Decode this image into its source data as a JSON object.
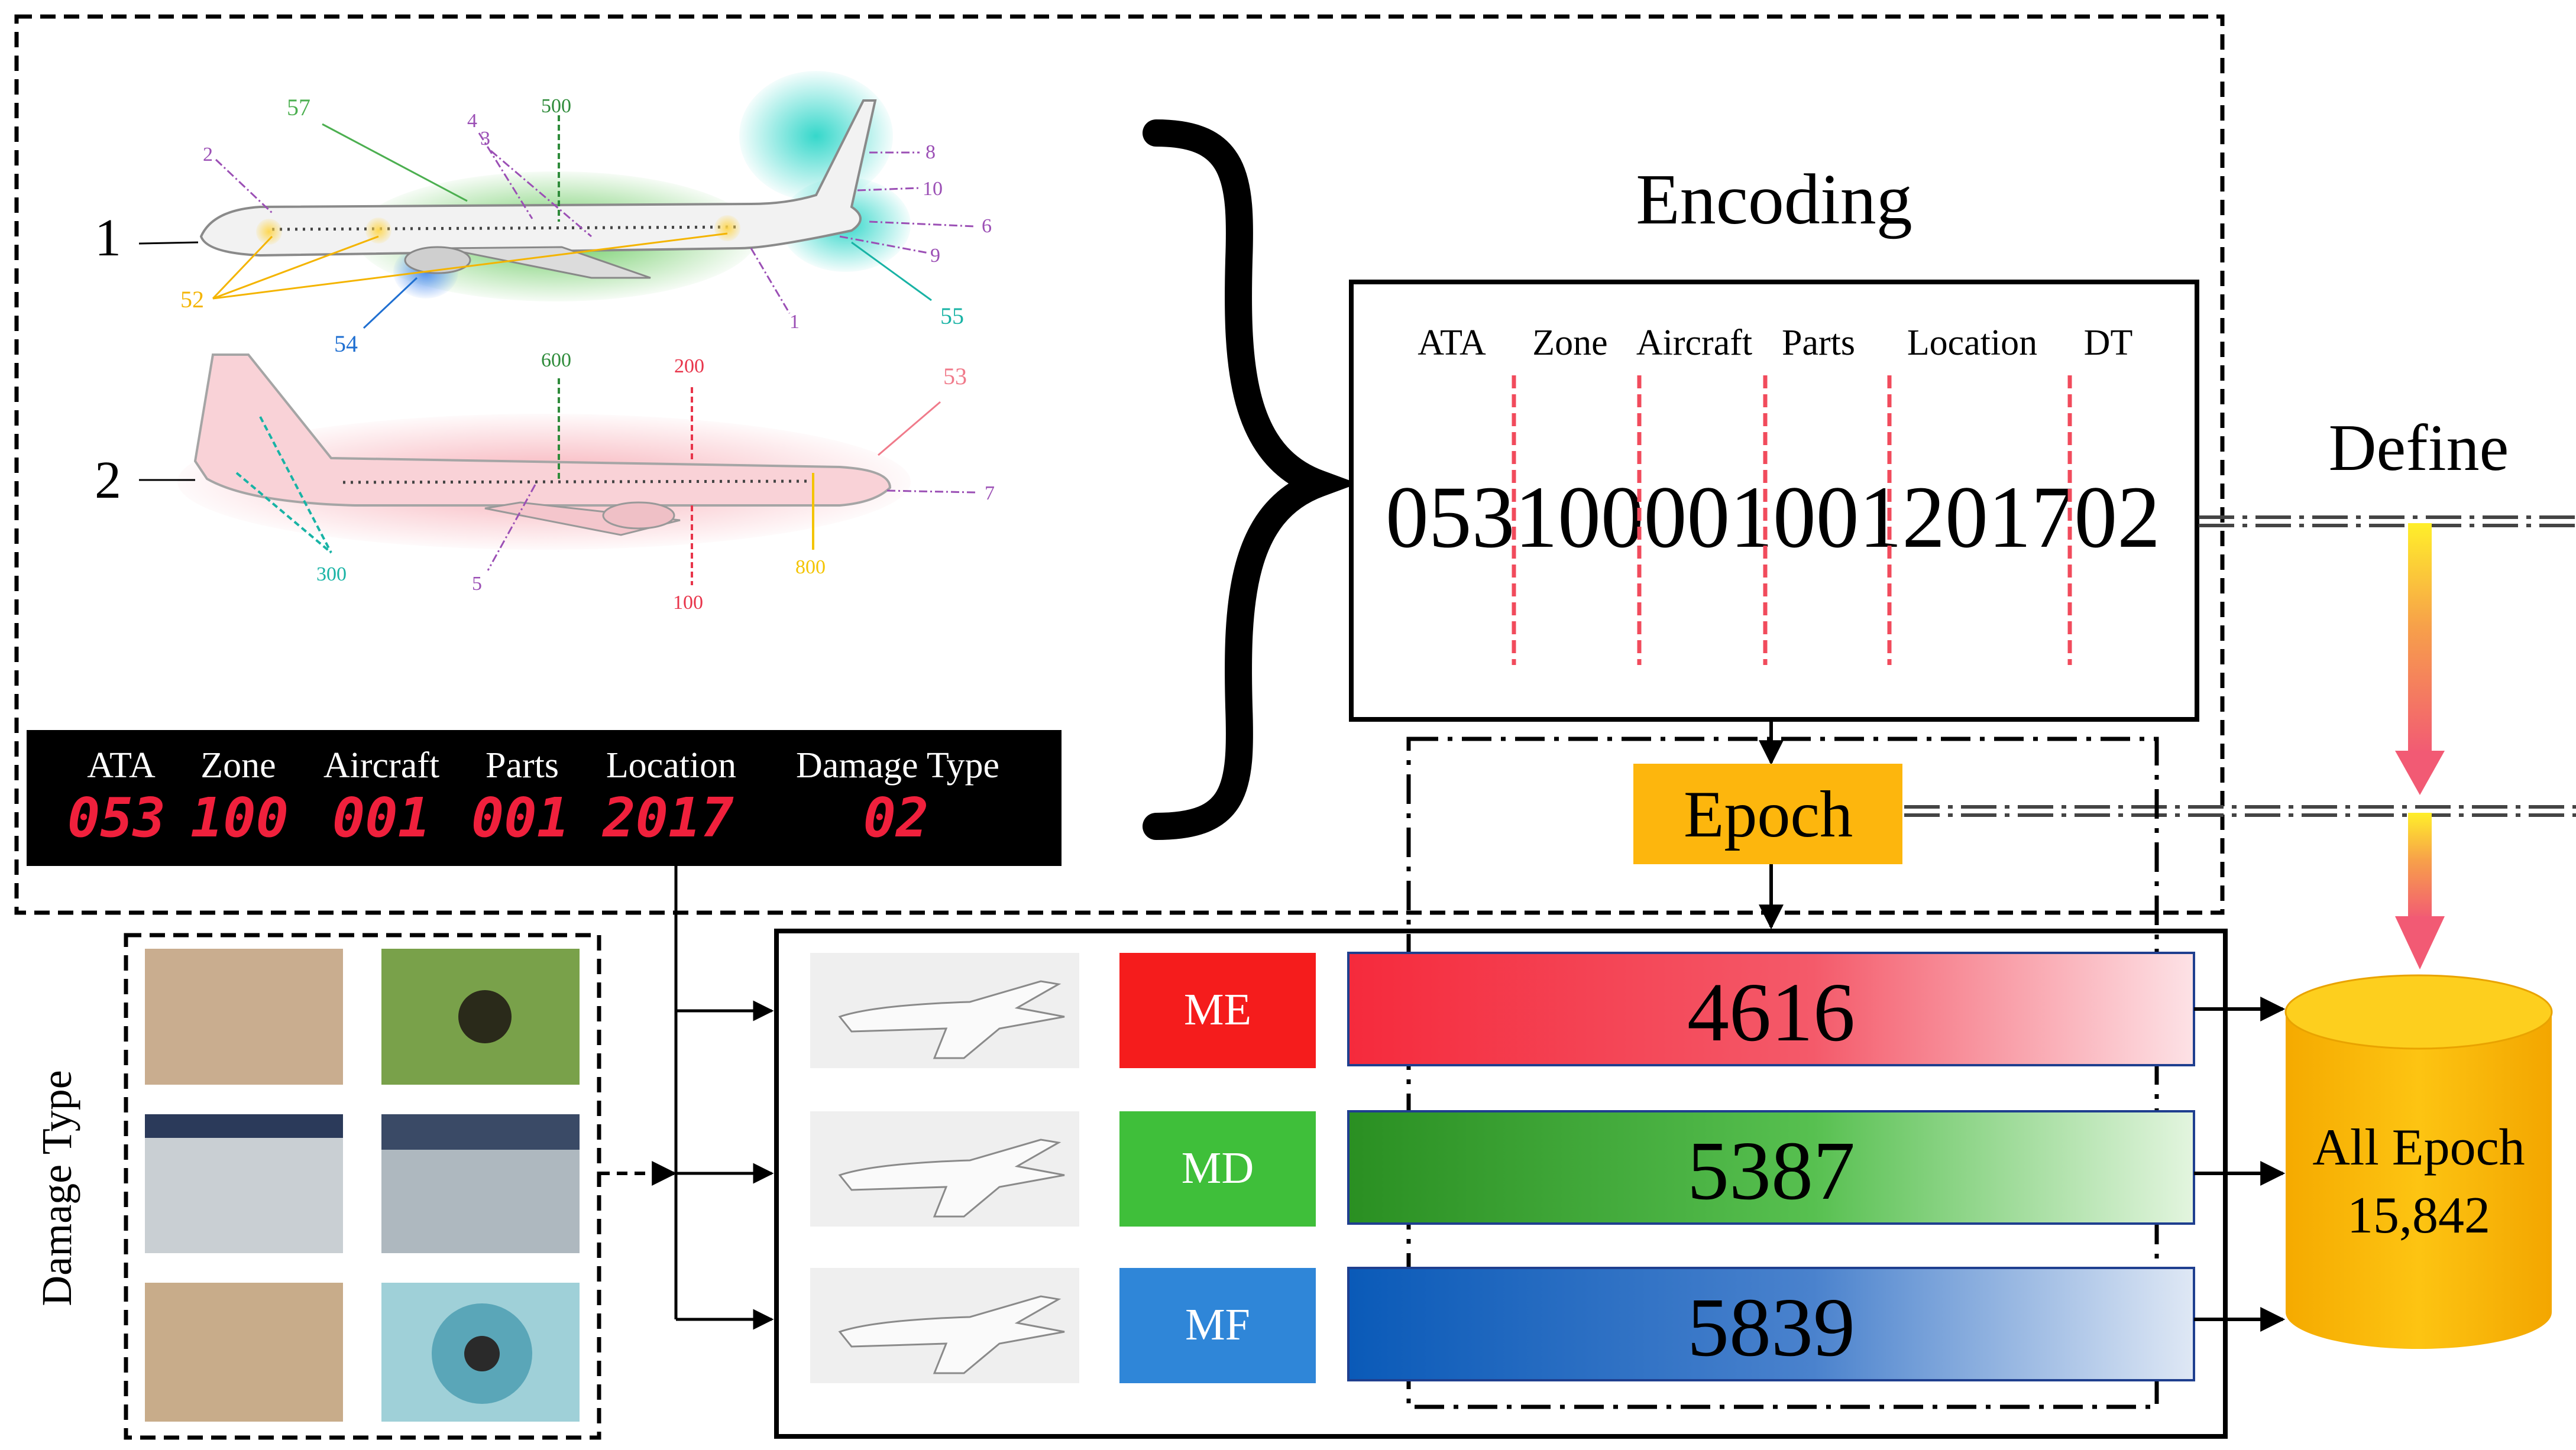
{
  "aircraft_diagram": {
    "plane1_label": "1",
    "plane2_label": "2",
    "plane1_callouts": {
      "c57": "57",
      "c500": "500",
      "c2": "2",
      "c4": "4",
      "c3": "3",
      "c8": "8",
      "c10": "10",
      "c6": "6",
      "c9": "9",
      "c1": "1",
      "c52": "52",
      "c54": "54",
      "c55": "55"
    },
    "plane2_callouts": {
      "c600": "600",
      "c200": "200",
      "c53": "53",
      "c7": "7",
      "c300": "300",
      "c5": "5",
      "c100": "100",
      "c800": "800"
    }
  },
  "display_panel": {
    "headers": [
      "ATA",
      "Zone",
      "Aircraft",
      "Parts",
      "Location",
      "Damage Type"
    ],
    "digits": [
      "053",
      "100",
      "001",
      "001",
      "2017",
      "02"
    ]
  },
  "encoding": {
    "title": "Encoding",
    "fields": [
      "ATA",
      "Zone",
      "Aircraft",
      "Parts",
      "Location",
      "DT"
    ],
    "code": "053100001001201702"
  },
  "define_label": "Define",
  "epoch_label": "Epoch",
  "damage_type_label": "Damage Type",
  "categories": [
    {
      "code": "ME",
      "count": "4616",
      "color": "#f51c1c",
      "bar_start": "#f52a3c",
      "bar_end": "#fde2e6"
    },
    {
      "code": "MD",
      "count": "5387",
      "color": "#3fbf3a",
      "bar_start": "#2a8f22",
      "bar_end": "#e3f5df"
    },
    {
      "code": "MF",
      "count": "5839",
      "color": "#2f86d8",
      "bar_start": "#0a5ab8",
      "bar_end": "#dfe8f5"
    }
  ],
  "database": {
    "line1": "All Epoch",
    "line2": "15,842",
    "color": "#fdbf0e"
  },
  "colors": {
    "epoch_box": "#fdb60d",
    "dash_red": "#f14b5c",
    "panel_bg": "#000000",
    "digit_red": "#f0203c"
  }
}
